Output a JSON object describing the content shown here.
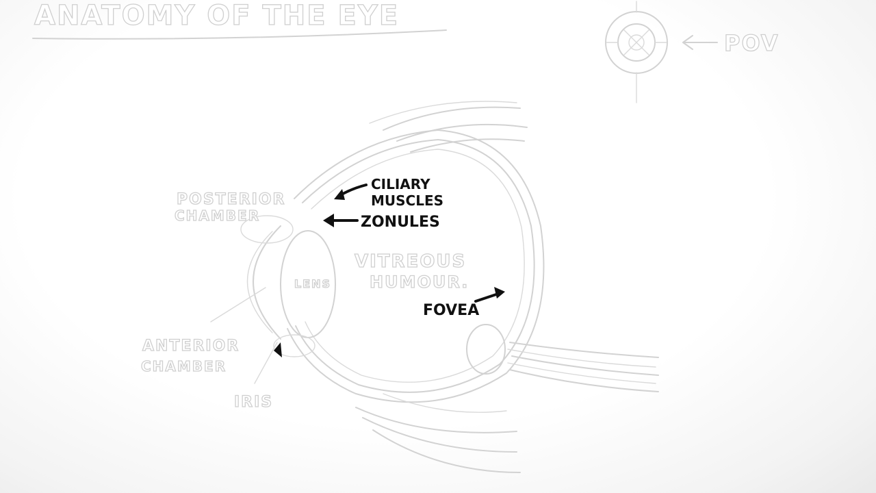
{
  "diagram": {
    "title": "ANATOMY OF THE EYE",
    "pov_label": "POV",
    "labels": {
      "posterior_chamber": [
        "POSTERIOR",
        "CHAMBER"
      ],
      "anterior_chamber": [
        "ANTERIOR",
        "CHAMBER"
      ],
      "iris": "IRIS",
      "lens": "LENS",
      "vitreous_humour": [
        "VITREOUS",
        "HUMOUR."
      ],
      "ciliary_muscles": [
        "CILIARY",
        "MUSCLES"
      ],
      "zonules": "ZONULES",
      "fovea": "FOVEA"
    },
    "colors": {
      "ink": "#111111",
      "faint_sketch": "#d2d2d2",
      "paper": "#ffffff"
    }
  }
}
